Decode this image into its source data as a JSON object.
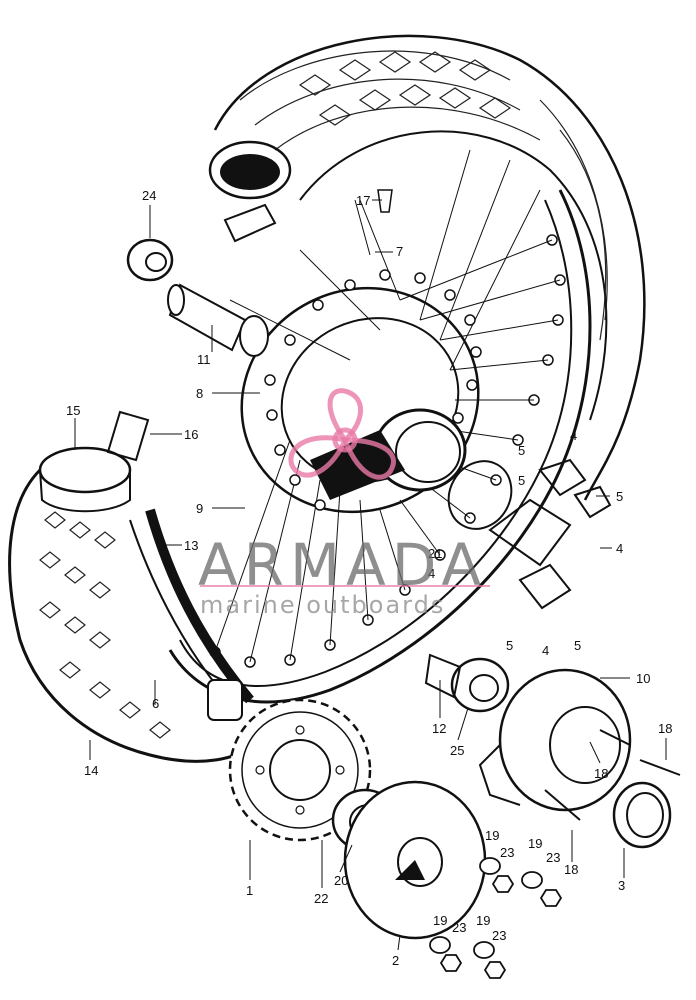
{
  "callouts": [
    {
      "id": "c24a",
      "text": "24"
    },
    {
      "id": "c17",
      "text": "17"
    },
    {
      "id": "c7",
      "text": "7"
    },
    {
      "id": "c11",
      "text": "11"
    },
    {
      "id": "c8",
      "text": "8"
    },
    {
      "id": "c15",
      "text": "15"
    },
    {
      "id": "c16",
      "text": "16"
    },
    {
      "id": "c9",
      "text": "9"
    },
    {
      "id": "c13",
      "text": "13"
    },
    {
      "id": "c21",
      "text": "21"
    },
    {
      "id": "c4a",
      "text": "4"
    },
    {
      "id": "c4b",
      "text": "4"
    },
    {
      "id": "c4c",
      "text": "4"
    },
    {
      "id": "c4d",
      "text": "4"
    },
    {
      "id": "c5a",
      "text": "5"
    },
    {
      "id": "c5b",
      "text": "5"
    },
    {
      "id": "c5c",
      "text": "5"
    },
    {
      "id": "c5d",
      "text": "5"
    },
    {
      "id": "c5e",
      "text": "5"
    },
    {
      "id": "c6",
      "text": "6"
    },
    {
      "id": "c14",
      "text": "14"
    },
    {
      "id": "c10",
      "text": "10"
    },
    {
      "id": "c12",
      "text": "12"
    },
    {
      "id": "c25",
      "text": "25"
    },
    {
      "id": "c18a",
      "text": "18"
    },
    {
      "id": "c18b",
      "text": "18"
    },
    {
      "id": "c18c",
      "text": "18"
    },
    {
      "id": "c1",
      "text": "1"
    },
    {
      "id": "c22",
      "text": "22"
    },
    {
      "id": "c20",
      "text": "20"
    },
    {
      "id": "c19a",
      "text": "19"
    },
    {
      "id": "c23a",
      "text": "23"
    },
    {
      "id": "c19b",
      "text": "19"
    },
    {
      "id": "c23b",
      "text": "23"
    },
    {
      "id": "c3",
      "text": "3"
    },
    {
      "id": "c2",
      "text": "2"
    },
    {
      "id": "c19c",
      "text": "19"
    },
    {
      "id": "c23c",
      "text": "23"
    },
    {
      "id": "c19d",
      "text": "19"
    },
    {
      "id": "c23d",
      "text": "23"
    }
  ],
  "watermark": {
    "title": "ARMADA",
    "subtitle": "marine outboards",
    "color": "#e879a6"
  }
}
